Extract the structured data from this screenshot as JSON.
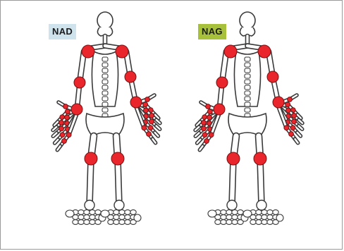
{
  "panels": [
    {
      "id": "left",
      "label": "NAD",
      "badge_color": "#cfe3ec"
    },
    {
      "id": "right",
      "label": "NAG",
      "badge_color": "#a7c13b"
    }
  ],
  "colors": {
    "bone_outline": "#3a3a3a",
    "bone_fill": "#ffffff",
    "joint_fill": "#e8262b",
    "joint_outline": "#7a1012",
    "frame": "#9a9a9a"
  },
  "icons": [
    "skeleton-icon",
    "joint-marker-icon"
  ]
}
